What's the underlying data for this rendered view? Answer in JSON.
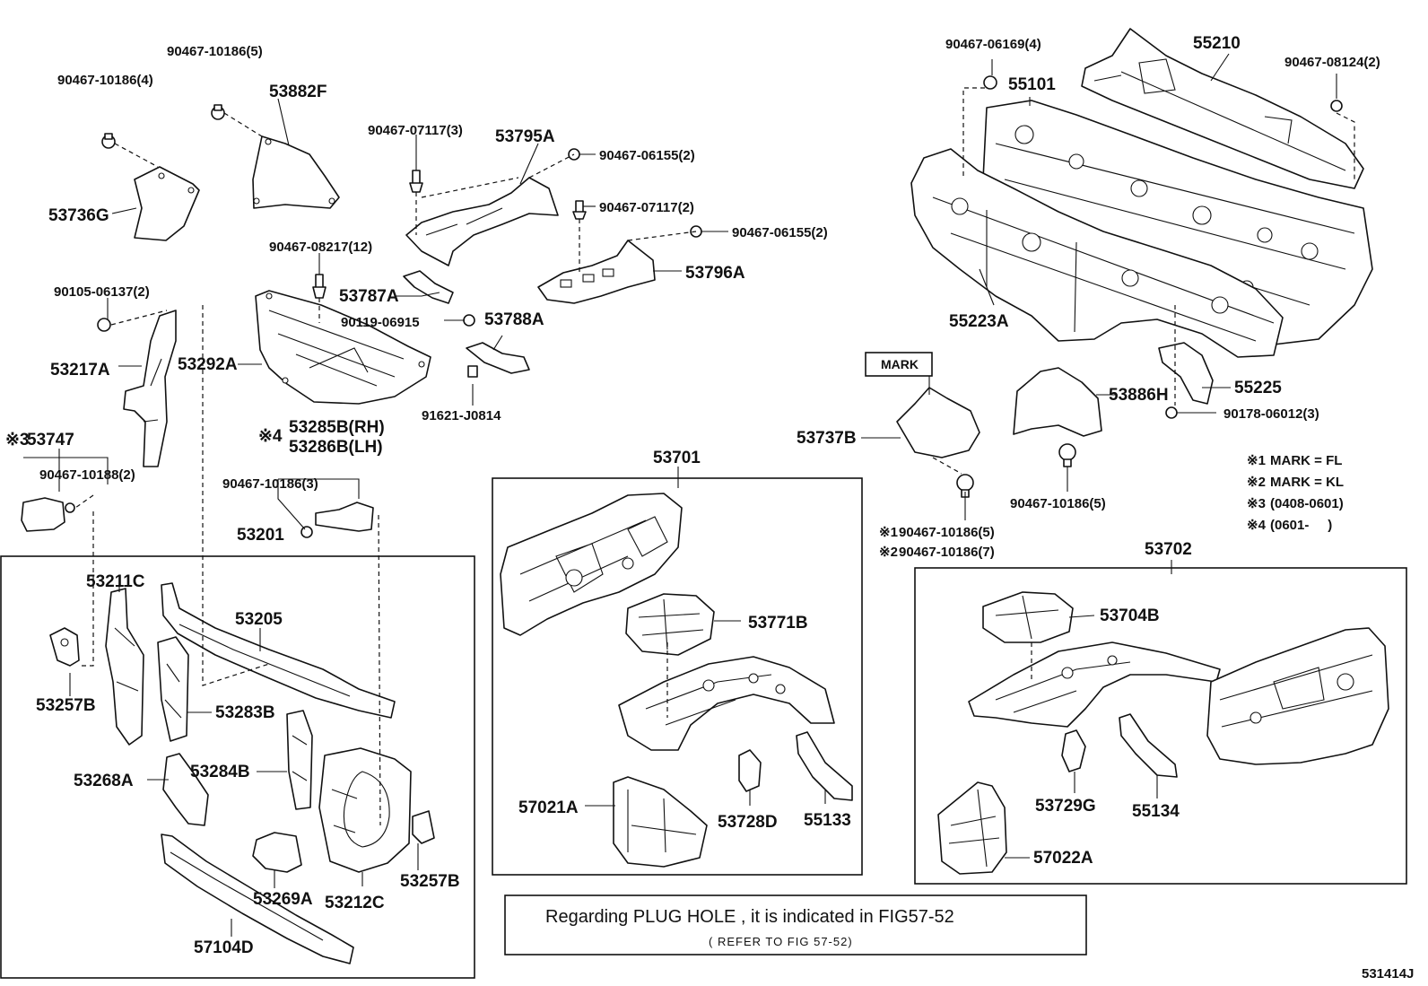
{
  "labels": {
    "p_90467_10186_5_top": "90467-10186(5)",
    "p_90467_10186_4": "90467-10186(4)",
    "p_53882F": "53882F",
    "p_53736G": "53736G",
    "p_90467_07117_3": "90467-07117(3)",
    "p_53795A": "53795A",
    "p_90467_06155_2a": "90467-06155(2)",
    "p_90467_07117_2": "90467-07117(2)",
    "p_90467_06155_2b": "90467-06155(2)",
    "p_90467_08217_12": "90467-08217(12)",
    "p_53796A": "53796A",
    "p_90105_06137_2": "90105-06137(2)",
    "p_53787A": "53787A",
    "p_90119_06915": "90119-06915",
    "p_53788A": "53788A",
    "p_53217A": "53217A",
    "p_53292A": "53292A",
    "p_91621_J0814": "91621-J0814",
    "p_53285B": "53285B(RH)",
    "p_53286B": "53286B(LH)",
    "p_53747": "53747",
    "p_90467_10188_2": "90467-10188(2)",
    "p_90467_10186_3": "90467-10186(3)",
    "p_53201": "53201",
    "p_53211C": "53211C",
    "p_53205": "53205",
    "p_53257B_left": "53257B",
    "p_53283B": "53283B",
    "p_53268A": "53268A",
    "p_53284B": "53284B",
    "p_53269A": "53269A",
    "p_53212C": "53212C",
    "p_53257B_right": "53257B",
    "p_57104D": "57104D",
    "p_53701": "53701",
    "p_53771B": "53771B",
    "p_57021A": "57021A",
    "p_53728D": "53728D",
    "p_55133": "55133",
    "p_90467_06169_4": "90467-06169(4)",
    "p_55210": "55210",
    "p_90467_08124_2": "90467-08124(2)",
    "p_55101": "55101",
    "p_55223A": "55223A",
    "p_55225": "55225",
    "p_mark": "MARK",
    "p_53886H": "53886H",
    "p_53737B": "53737B",
    "p_90178_06012_3": "90178-06012(3)",
    "p_90467_10186_5_mid": "90467-10186(5)",
    "p_mark1_bolt": "90467-10186(5)",
    "p_mark2_bolt": "90467-10186(7)",
    "p_53702": "53702",
    "p_53704B": "53704B",
    "p_53729G": "53729G",
    "p_55134": "55134",
    "p_57022A": "57022A"
  },
  "markers": {
    "ref3": "※3",
    "ref4": "※4",
    "ref1": "※1",
    "ref2": "※2"
  },
  "legend": [
    {
      "marker": "※1",
      "text": "MARK = FL"
    },
    {
      "marker": "※2",
      "text": "MARK = KL"
    },
    {
      "marker": "※3",
      "text": "(0408-0601)"
    },
    {
      "marker": "※4",
      "text": "(0601-     )"
    }
  ],
  "note": {
    "main": "Regarding PLUG HOLE , it is indicated in FIG57-52",
    "sub": "( REFER TO FIG 57-52)"
  },
  "figure_id": "531414J"
}
